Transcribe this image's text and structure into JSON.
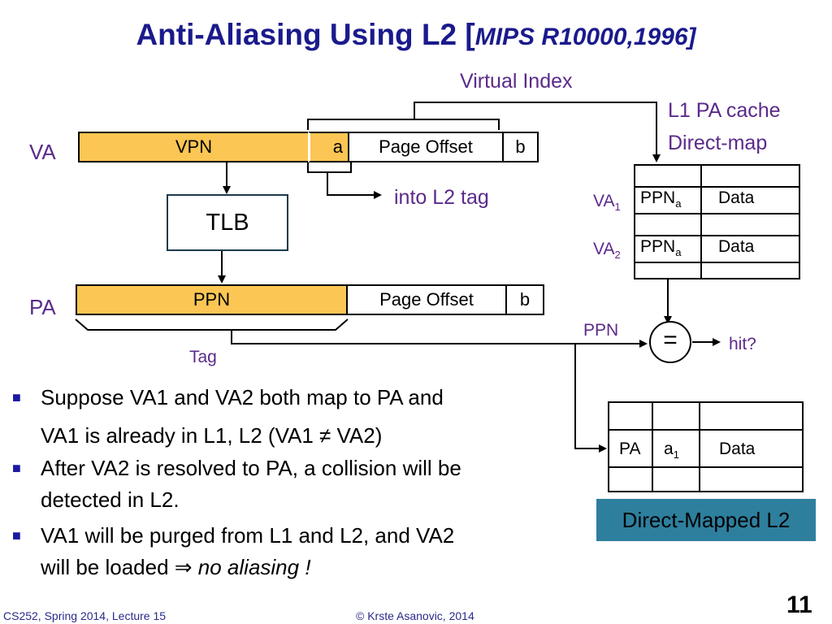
{
  "title": {
    "main": "Anti-Aliasing Using L2 [",
    "italic": "MIPS R10000,1996]"
  },
  "labels": {
    "virtual_index": "Virtual Index",
    "l1_line1": "L1 PA cache",
    "l1_line2": "Direct-map",
    "va": "VA",
    "pa": "PA",
    "into_l2_tag": "into L2 tag",
    "tag": "Tag",
    "ppn_arrow": "PPN",
    "hit": "hit?",
    "equals": "="
  },
  "va_row": {
    "vpn": "VPN",
    "a": "a",
    "page_offset": "Page Offset",
    "b": "b"
  },
  "pa_row": {
    "ppn": "PPN",
    "page_offset": "Page Offset",
    "b": "b"
  },
  "tlb": "TLB",
  "l1_table": {
    "row1": {
      "label": "VA",
      "sub": "1",
      "ppn": "PPN",
      "ppn_sub": "a",
      "data": "Data"
    },
    "row2": {
      "label": "VA",
      "sub": "2",
      "ppn": "PPN",
      "ppn_sub": "a",
      "data": "Data"
    }
  },
  "l2_table": {
    "pa": "PA",
    "a": "a",
    "a_sub": "1",
    "data": "Data"
  },
  "l2_caption": "Direct-Mapped L2",
  "bullets": [
    {
      "line1": "Suppose VA1 and VA2 both map to PA and",
      "line2": "VA1 is already in L1, L2 (VA1 ≠ VA2)"
    },
    {
      "line1": "After VA2 is resolved to PA, a collision will be",
      "line2": "detected in L2."
    },
    {
      "line1": "VA1 will be purged from L1 and L2, and VA2",
      "line2_plain": "will be loaded  ⇒ ",
      "line2_italic": "no aliasing !"
    }
  ],
  "footer": {
    "left": "CS252, Spring 2014, Lecture 15",
    "center": "© Krste Asanovic, 2014",
    "page": "11"
  },
  "colors": {
    "title": "#1a1a8c",
    "orange": "#fcc654",
    "purple": "#5b2a8a",
    "teal": "#2e7f9e"
  }
}
